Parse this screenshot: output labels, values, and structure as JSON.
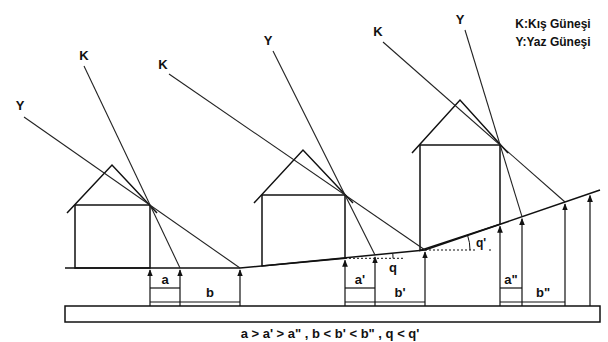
{
  "diagram": {
    "labels": [
      "Y",
      "K",
      "K",
      "Y",
      "K",
      "Y",
      "K:Kış Güneşi",
      "Y:Yaz Güneşi",
      "a",
      "b",
      "a'",
      "q",
      "b'",
      "q'",
      "a\"",
      "b\"",
      "a > a' > a\" , b < b' < b\" , q < q'"
    ]
  }
}
